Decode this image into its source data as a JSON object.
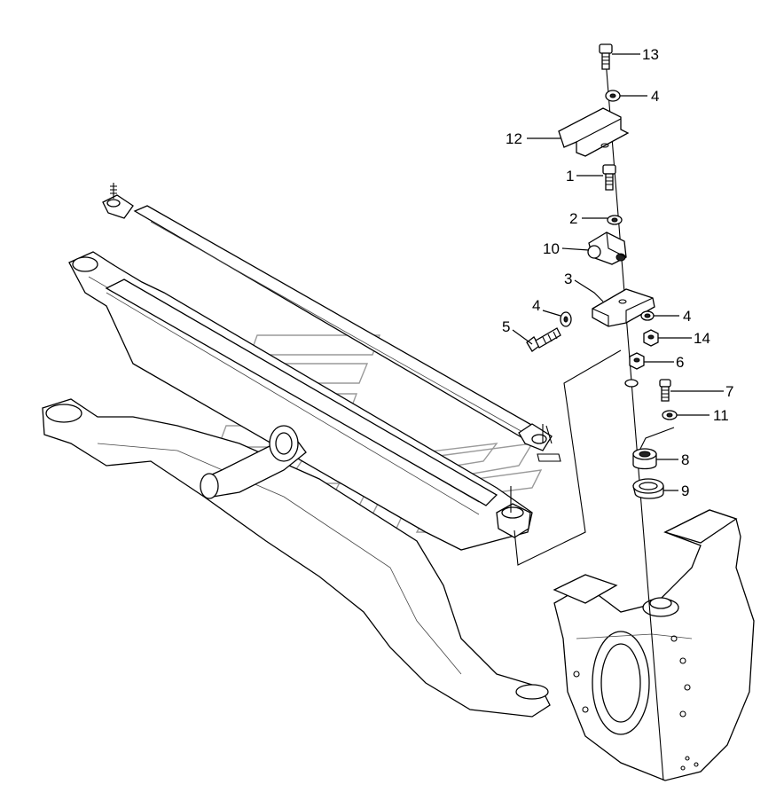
{
  "callouts": [
    {
      "id": "13",
      "label": "13"
    },
    {
      "id": "4a",
      "label": "4"
    },
    {
      "id": "12",
      "label": "12"
    },
    {
      "id": "1",
      "label": "1"
    },
    {
      "id": "2",
      "label": "2"
    },
    {
      "id": "10",
      "label": "10"
    },
    {
      "id": "3",
      "label": "3"
    },
    {
      "id": "4b",
      "label": "4"
    },
    {
      "id": "4c",
      "label": "4"
    },
    {
      "id": "5",
      "label": "5"
    },
    {
      "id": "14",
      "label": "14"
    },
    {
      "id": "6",
      "label": "6"
    },
    {
      "id": "7",
      "label": "7"
    },
    {
      "id": "11",
      "label": "11"
    },
    {
      "id": "8",
      "label": "8"
    },
    {
      "id": "9",
      "label": "9"
    }
  ],
  "colors": {
    "line": "#000000",
    "watermark": "#9a9a9a",
    "background": "#ffffff"
  }
}
